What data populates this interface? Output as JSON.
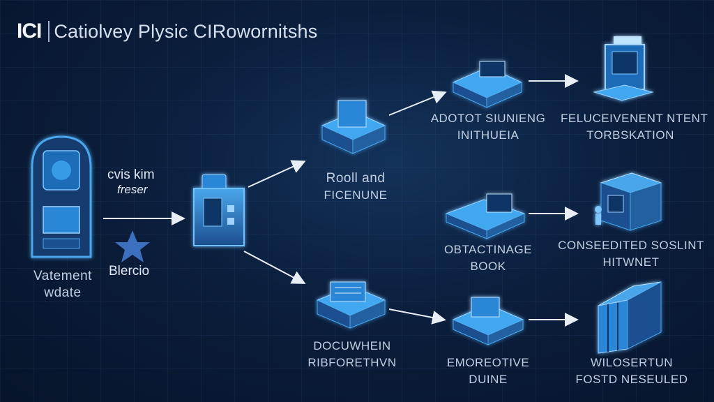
{
  "header": {
    "logo": "ICI",
    "title": "Catiolvey Plysic CIRowornitshs"
  },
  "source": {
    "label_line1": "Vatement",
    "label_line2": "wdate"
  },
  "side_labels": {
    "top_line1": "cvis kim",
    "top_line2": "freser",
    "bottom": "Blercio"
  },
  "hub": {},
  "branches": {
    "top": {
      "line1": "Rooll and",
      "line2": "FICENUNE"
    },
    "bottom": {
      "line1": "DOCUWHEIN",
      "line2": "RIBFORETHVN"
    }
  },
  "steps": {
    "top": {
      "line1": "ADOTOT SIUNIENG",
      "line2": "INITHUEIA"
    },
    "middle": {
      "line1": "OBTACTINAGE",
      "line2": "BOOK"
    },
    "bottom": {
      "line1": "EMOREOTIVE",
      "line2": "DUINE"
    }
  },
  "outcomes": {
    "top": {
      "line1": "FELUCEIVENENT NTENT",
      "line2": "TORBSKATION"
    },
    "middle": {
      "line1": "CONSEEDITED SOSLINT",
      "line2": "HITWNET"
    },
    "bottom": {
      "line1": "WILOSERTUN",
      "line2": "FOSTD NESEULED"
    }
  },
  "colors": {
    "accent": "#3fa7f0",
    "arrow": "#e8eef6",
    "background": "#0b1e3c"
  }
}
